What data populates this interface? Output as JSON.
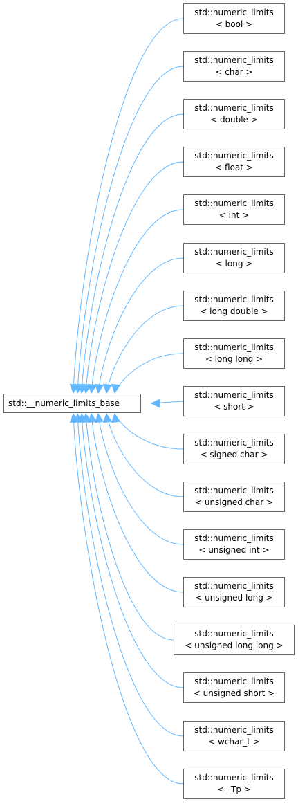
{
  "base_class": {
    "label": "std::__numeric_limits_base"
  },
  "edge_color": "#63b8ff",
  "node_border_color": "#666666",
  "derived_classes": [
    {
      "line1": "std::numeric_limits",
      "line2": "< bool >"
    },
    {
      "line1": "std::numeric_limits",
      "line2": "< char >"
    },
    {
      "line1": "std::numeric_limits",
      "line2": "< double >"
    },
    {
      "line1": "std::numeric_limits",
      "line2": "< float >"
    },
    {
      "line1": "std::numeric_limits",
      "line2": "< int >"
    },
    {
      "line1": "std::numeric_limits",
      "line2": "< long >"
    },
    {
      "line1": "std::numeric_limits",
      "line2": "< long double >"
    },
    {
      "line1": "std::numeric_limits",
      "line2": "< long long >"
    },
    {
      "line1": "std::numeric_limits",
      "line2": "< short >"
    },
    {
      "line1": "std::numeric_limits",
      "line2": "< signed char >"
    },
    {
      "line1": "std::numeric_limits",
      "line2": "< unsigned char >"
    },
    {
      "line1": "std::numeric_limits",
      "line2": "< unsigned int >"
    },
    {
      "line1": "std::numeric_limits",
      "line2": "< unsigned long >"
    },
    {
      "line1": "std::numeric_limits",
      "line2": "< unsigned long long >"
    },
    {
      "line1": "std::numeric_limits",
      "line2": "< unsigned short >"
    },
    {
      "line1": "std::numeric_limits",
      "line2": "< wchar_t >"
    },
    {
      "line1": "std::numeric_limits",
      "line2": "< _Tp >"
    }
  ]
}
